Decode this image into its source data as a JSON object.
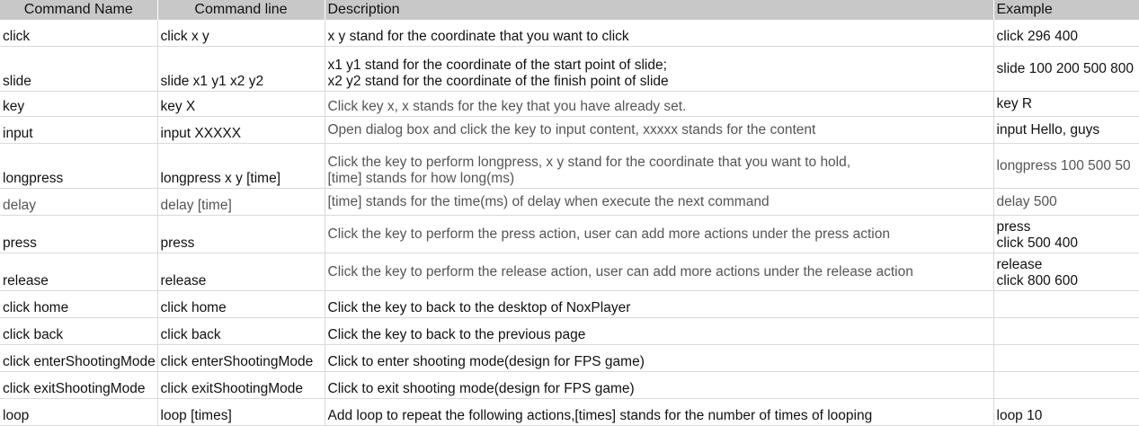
{
  "headers": [
    "Command Name",
    "Command line",
    "Description",
    "Example"
  ],
  "rows": [
    {
      "name": "click",
      "line": "click x y",
      "desc": [
        "x y stand for the coordinate that you want to click"
      ],
      "example": [
        "click 296 400"
      ]
    },
    {
      "name": "slide",
      "line": "slide x1 y1 x2 y2",
      "desc": [
        "x1 y1 stand for the coordinate of the start point of slide;",
        "x2 y2 stand for the coordinate of the finish point of slide"
      ],
      "example": [
        "slide 100 200 500 800"
      ]
    },
    {
      "name": "key",
      "line": "key X",
      "desc": [
        "Click key x, x stands for the key that you have already set."
      ],
      "example": [
        "key R"
      ]
    },
    {
      "name": "input",
      "line": "input XXXXX",
      "desc": [
        "Open dialog box and click the key to input content, xxxxx stands for the content"
      ],
      "example": [
        "input Hello, guys"
      ]
    },
    {
      "name": "longpress",
      "line": "longpress x y [time]",
      "desc": [
        "Click the key to perform longpress, x y stand for the coordinate that you want to hold,",
        "[time] stands for how long(ms)"
      ],
      "example": [
        "longpress 100 500 50"
      ]
    },
    {
      "name": "delay",
      "line": "delay [time]",
      "desc": [
        "[time] stands for the time(ms) of delay when execute the next command"
      ],
      "example": [
        "delay 500"
      ]
    },
    {
      "name": "press",
      "line": "press",
      "desc": [
        "Click the key to perform the press action, user can add more actions under the press action"
      ],
      "example": [
        "press",
        "click 500 400"
      ]
    },
    {
      "name": "release",
      "line": "release",
      "desc": [
        "Click the key to perform the release action, user can add more actions under the release action"
      ],
      "example": [
        "release",
        "click 800 600"
      ]
    },
    {
      "name": "click home",
      "line": "click home",
      "desc": [
        "Click the key to back to the desktop of NoxPlayer"
      ],
      "example": []
    },
    {
      "name": "click back",
      "line": "click back",
      "desc": [
        "Click the key to back to the previous page"
      ],
      "example": []
    },
    {
      "name": "click enterShootingMode",
      "line": "click enterShootingMode",
      "desc": [
        "Click to enter shooting mode(design for FPS game)"
      ],
      "example": []
    },
    {
      "name": "click exitShootingMode",
      "line": "click exitShootingMode",
      "desc": [
        "Click to exit shooting mode(design for FPS game)"
      ],
      "example": []
    },
    {
      "name": "loop",
      "line": "loop [times]",
      "desc": [
        "Add loop to repeat the following actions,[times] stands for the number of times of looping"
      ],
      "example": [
        "loop 10"
      ]
    }
  ]
}
